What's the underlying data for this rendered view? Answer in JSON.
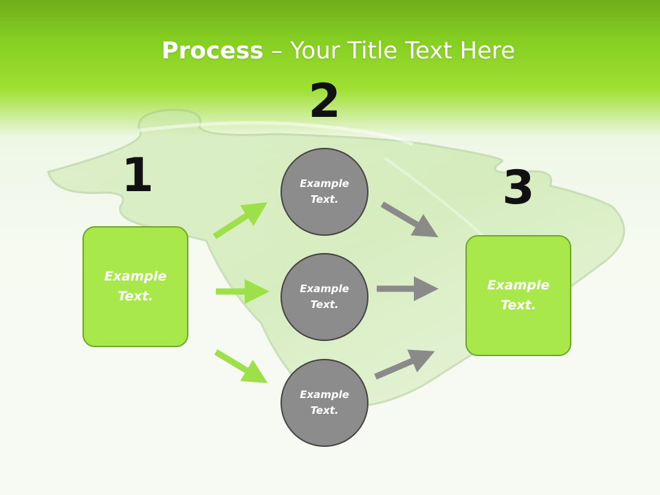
{
  "title": {
    "bold": "Process",
    "rest": " – Your Title Text Here"
  },
  "steps": {
    "one": "1",
    "two": "2",
    "three": "3"
  },
  "start_box": {
    "text": "Example Text."
  },
  "end_box": {
    "text": "Example Text."
  },
  "middle": [
    {
      "text": "Example Text."
    },
    {
      "text": "Example Text."
    },
    {
      "text": "Example Text."
    }
  ],
  "colors": {
    "accent_green": "#a8e84a",
    "arrow_green": "#9de04a",
    "circle_gray": "#8c8c8c",
    "arrow_gray": "#8a8a8a"
  }
}
